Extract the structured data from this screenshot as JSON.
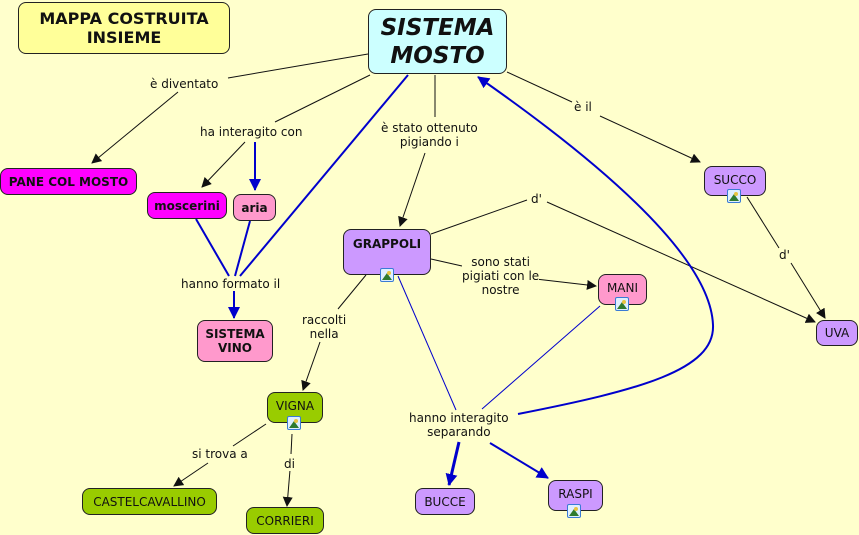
{
  "colors": {
    "background": "#ffffcc",
    "title_node": "#ffff99",
    "root_node": "#ccffff",
    "magenta_node": "#ff00ff",
    "pink_node": "#ff99cc",
    "purple_node": "#cc99ff",
    "green_node": "#99cc00",
    "link_black": "#111111",
    "link_blue": "#0000cc"
  },
  "nodes": {
    "title": "MAPPA COSTRUITA\nINSIEME",
    "sistema_mosto": "SISTEMA\nMOSTO",
    "pane_col_mosto": "PANE COL MOSTO",
    "moscerini": "moscerini",
    "aria": "aria",
    "sistema_vino": "SISTEMA\nVINO",
    "grappoli": "GRAPPOLI",
    "succo": "SUCCO",
    "mani": "MANI",
    "uva": "UVA",
    "vigna": "VIGNA",
    "castelcavallino": "CASTELCAVALLINO",
    "corrieri": "CORRIERI",
    "bucce": "BUCCE",
    "raspi": "RASPI"
  },
  "link_labels": {
    "e_diventato": "è diventato",
    "ha_interagito_con": "ha interagito con",
    "e_stato_ottenuto": "è stato ottenuto\npigiando i",
    "e_il": "è il",
    "d_grappoli_uva": "d'",
    "d_succo_uva": "d'",
    "hanno_formato_il": "hanno formato il",
    "sono_stati_pigiati": "sono stati\npigiati con le\nnostre",
    "raccolti_nella": "raccolti\nnella",
    "hanno_interagito_separando": "hanno interagito\nseparando",
    "si_trova_a": "si trova a",
    "di": "di"
  },
  "icons": {
    "image_attachment": "image-icon"
  }
}
